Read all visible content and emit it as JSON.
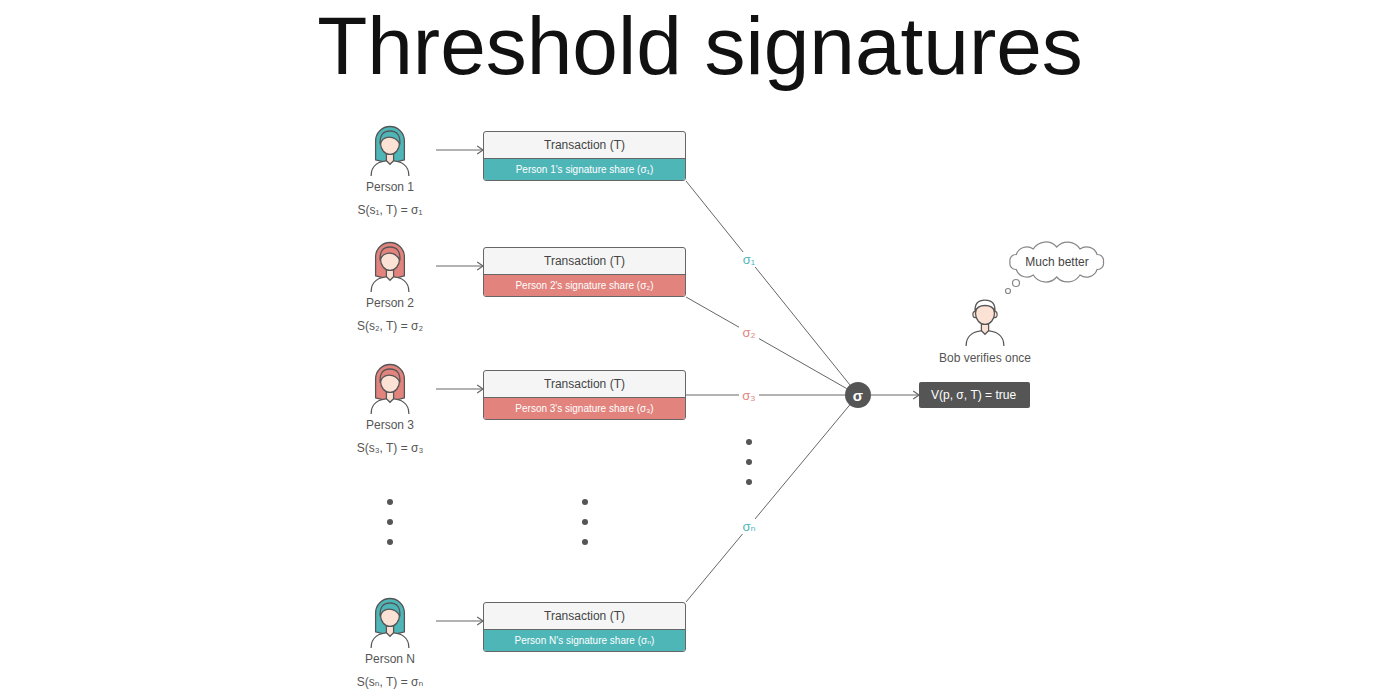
{
  "diagram": {
    "title": "Threshold signatures",
    "nodes": [
      {
        "text": [
          "Person 1",
          "S(s₁, T) = σ₁"
        ]
      },
      {
        "text": [
          "Transaction (T)",
          "Person 1's signature share (σ₁)"
        ]
      },
      {
        "text": [
          "Person 2",
          "S(s₂, T) = σ₂"
        ]
      },
      {
        "text": [
          "Transaction (T)",
          "Person 2's signature share (σ₂)"
        ]
      },
      {
        "text": [
          "Person 3",
          "S(s₃, T) = σ₃"
        ]
      },
      {
        "text": [
          "Transaction (T)",
          "Person 3's signature share (σ₃)"
        ]
      },
      {
        "text": [
          "Person N",
          "S(sₙ, T) = σₙ"
        ]
      },
      {
        "text": [
          "Transaction (T)",
          "Person N's signature share (σₙ)"
        ]
      },
      {
        "text": [
          "σ"
        ]
      },
      {
        "text": [
          "Much better"
        ]
      },
      {
        "text": [
          "V(p, σ, T) = true"
        ]
      }
    ],
    "edges": [
      {
        "from": 0,
        "to": 1,
        "arrow": "to"
      },
      {
        "from": 2,
        "to": 3,
        "arrow": "to"
      },
      {
        "from": 4,
        "to": 5,
        "arrow": "to"
      },
      {
        "from": 6,
        "to": 7,
        "arrow": "to"
      },
      {
        "from": 1,
        "to": 8,
        "label": "σ₁",
        "arrow": "none"
      },
      {
        "from": 3,
        "to": 8,
        "label": "σ₂",
        "arrow": "none"
      },
      {
        "from": 5,
        "to": 8,
        "label": "σ₃",
        "arrow": "none"
      },
      {
        "from": 7,
        "to": 8,
        "label": "σₙ",
        "arrow": "none"
      },
      {
        "from": 8,
        "to": 10,
        "arrow": "to"
      }
    ],
    "labels": [
      "Bob verifies once"
    ]
  }
}
